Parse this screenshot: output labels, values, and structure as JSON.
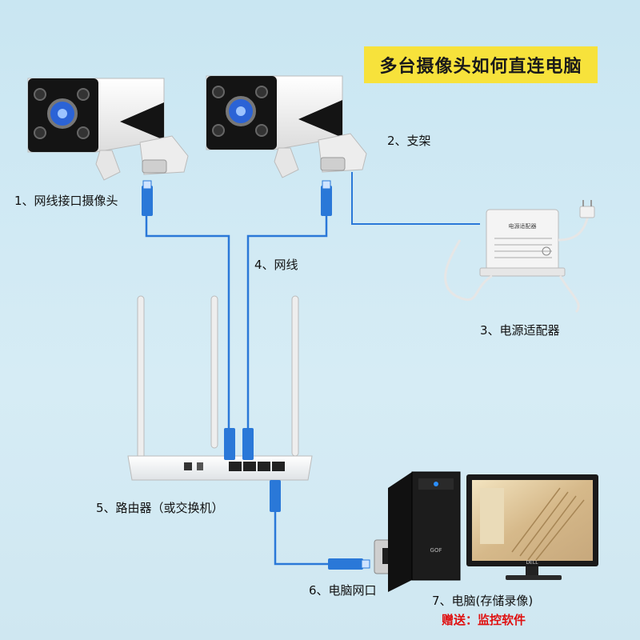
{
  "title": "多台摄像头如何直连电脑",
  "labels": {
    "camera": "1、网线接口摄像头",
    "bracket": "2、支架",
    "power_adapter": "3、电源适配器",
    "cable": "4、网线",
    "router": "5、路由器（或交换机）",
    "pc_port": "6、电脑网口",
    "pc": "7、电脑(存储录像)",
    "gift": "赠送：监控软件"
  },
  "device_text": {
    "adapter_label": "电源适配器",
    "pc_brand": "DELL",
    "case_brand": "GOF"
  },
  "colors": {
    "title_bg": "#f7e23b",
    "cable": "#2a78d8",
    "gift_text": "#e01010"
  }
}
